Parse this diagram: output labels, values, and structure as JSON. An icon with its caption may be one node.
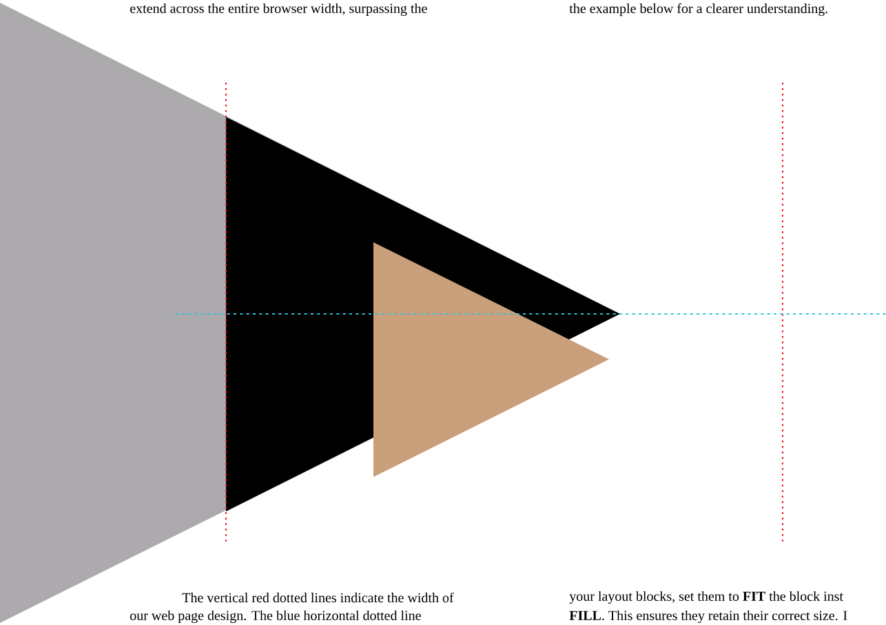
{
  "diagram": {
    "labels": [
      "extend across the entire browser width, surpassing the",
      "the example below for a clearer understanding.",
      "The vertical red dotted lines indicate the width of",
      "our web page design. The blue horizontal dotted line",
      "your layout blocks, set them to **FIT** the block inst",
      "**FILL**. This ensures they retain their correct size. I"
    ]
  }
}
